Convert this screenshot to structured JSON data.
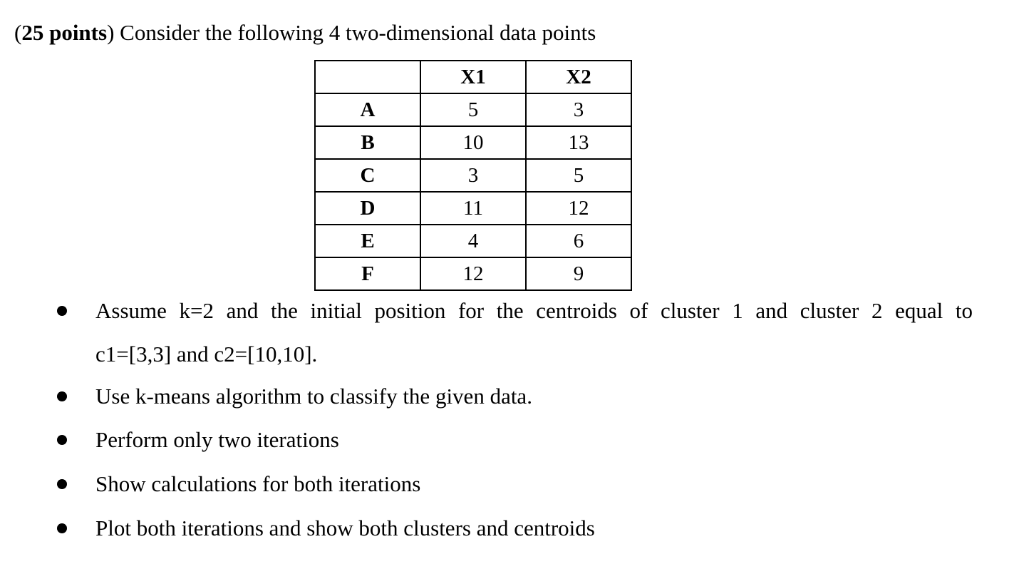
{
  "heading": {
    "open_paren": "(",
    "points": "25 points",
    "rest": ") Consider the following 4 two-dimensional data points"
  },
  "table": {
    "headers": [
      "",
      "X1",
      "X2"
    ],
    "rows": [
      {
        "label": "A",
        "x1": "5",
        "x2": "3"
      },
      {
        "label": "B",
        "x1": "10",
        "x2": "13"
      },
      {
        "label": "C",
        "x1": "3",
        "x2": "5"
      },
      {
        "label": "D",
        "x1": "11",
        "x2": "12"
      },
      {
        "label": "E",
        "x1": "4",
        "x2": "6"
      },
      {
        "label": "F",
        "x1": "12",
        "x2": "9"
      }
    ]
  },
  "bullets": [
    {
      "line1": "Assume k=2 and the initial position for the centroids of cluster 1 and cluster 2 equal to",
      "line2": "c1=[3,3] and c2=[10,10]."
    },
    {
      "text": "Use k-means algorithm to classify the given data."
    },
    {
      "text": "Perform only two iterations"
    },
    {
      "text": "Show calculations for both iterations"
    },
    {
      "text": "Plot both iterations and show both clusters and centroids"
    }
  ]
}
